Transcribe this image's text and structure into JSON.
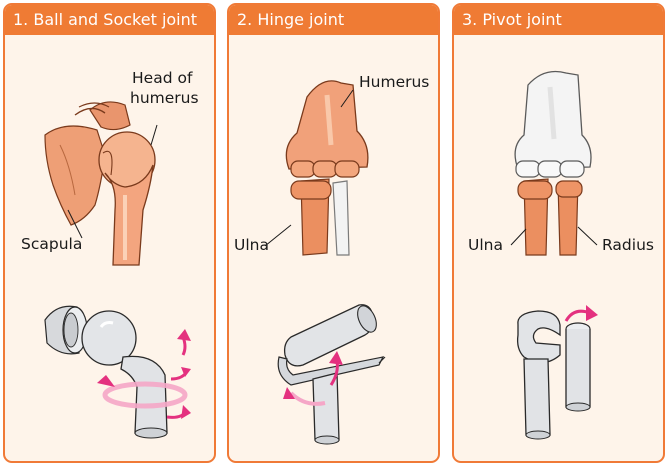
{
  "panels": [
    {
      "title": "1. Ball and Socket joint",
      "labels": {
        "a_line1": "Head of",
        "a_line2": "humerus",
        "b": "Scapula"
      }
    },
    {
      "title": "2. Hinge joint",
      "labels": {
        "a": "Humerus",
        "b": "Ulna"
      }
    },
    {
      "title": "3. Pivot joint",
      "labels": {
        "a": "Ulna",
        "b": "Radius"
      }
    }
  ],
  "colors": {
    "accent": "#ef7b34",
    "panel_bg": "#fef4ea",
    "bone": "#f0a77f",
    "bone_light": "#f7f7f7",
    "arrow": "#e4317f"
  }
}
